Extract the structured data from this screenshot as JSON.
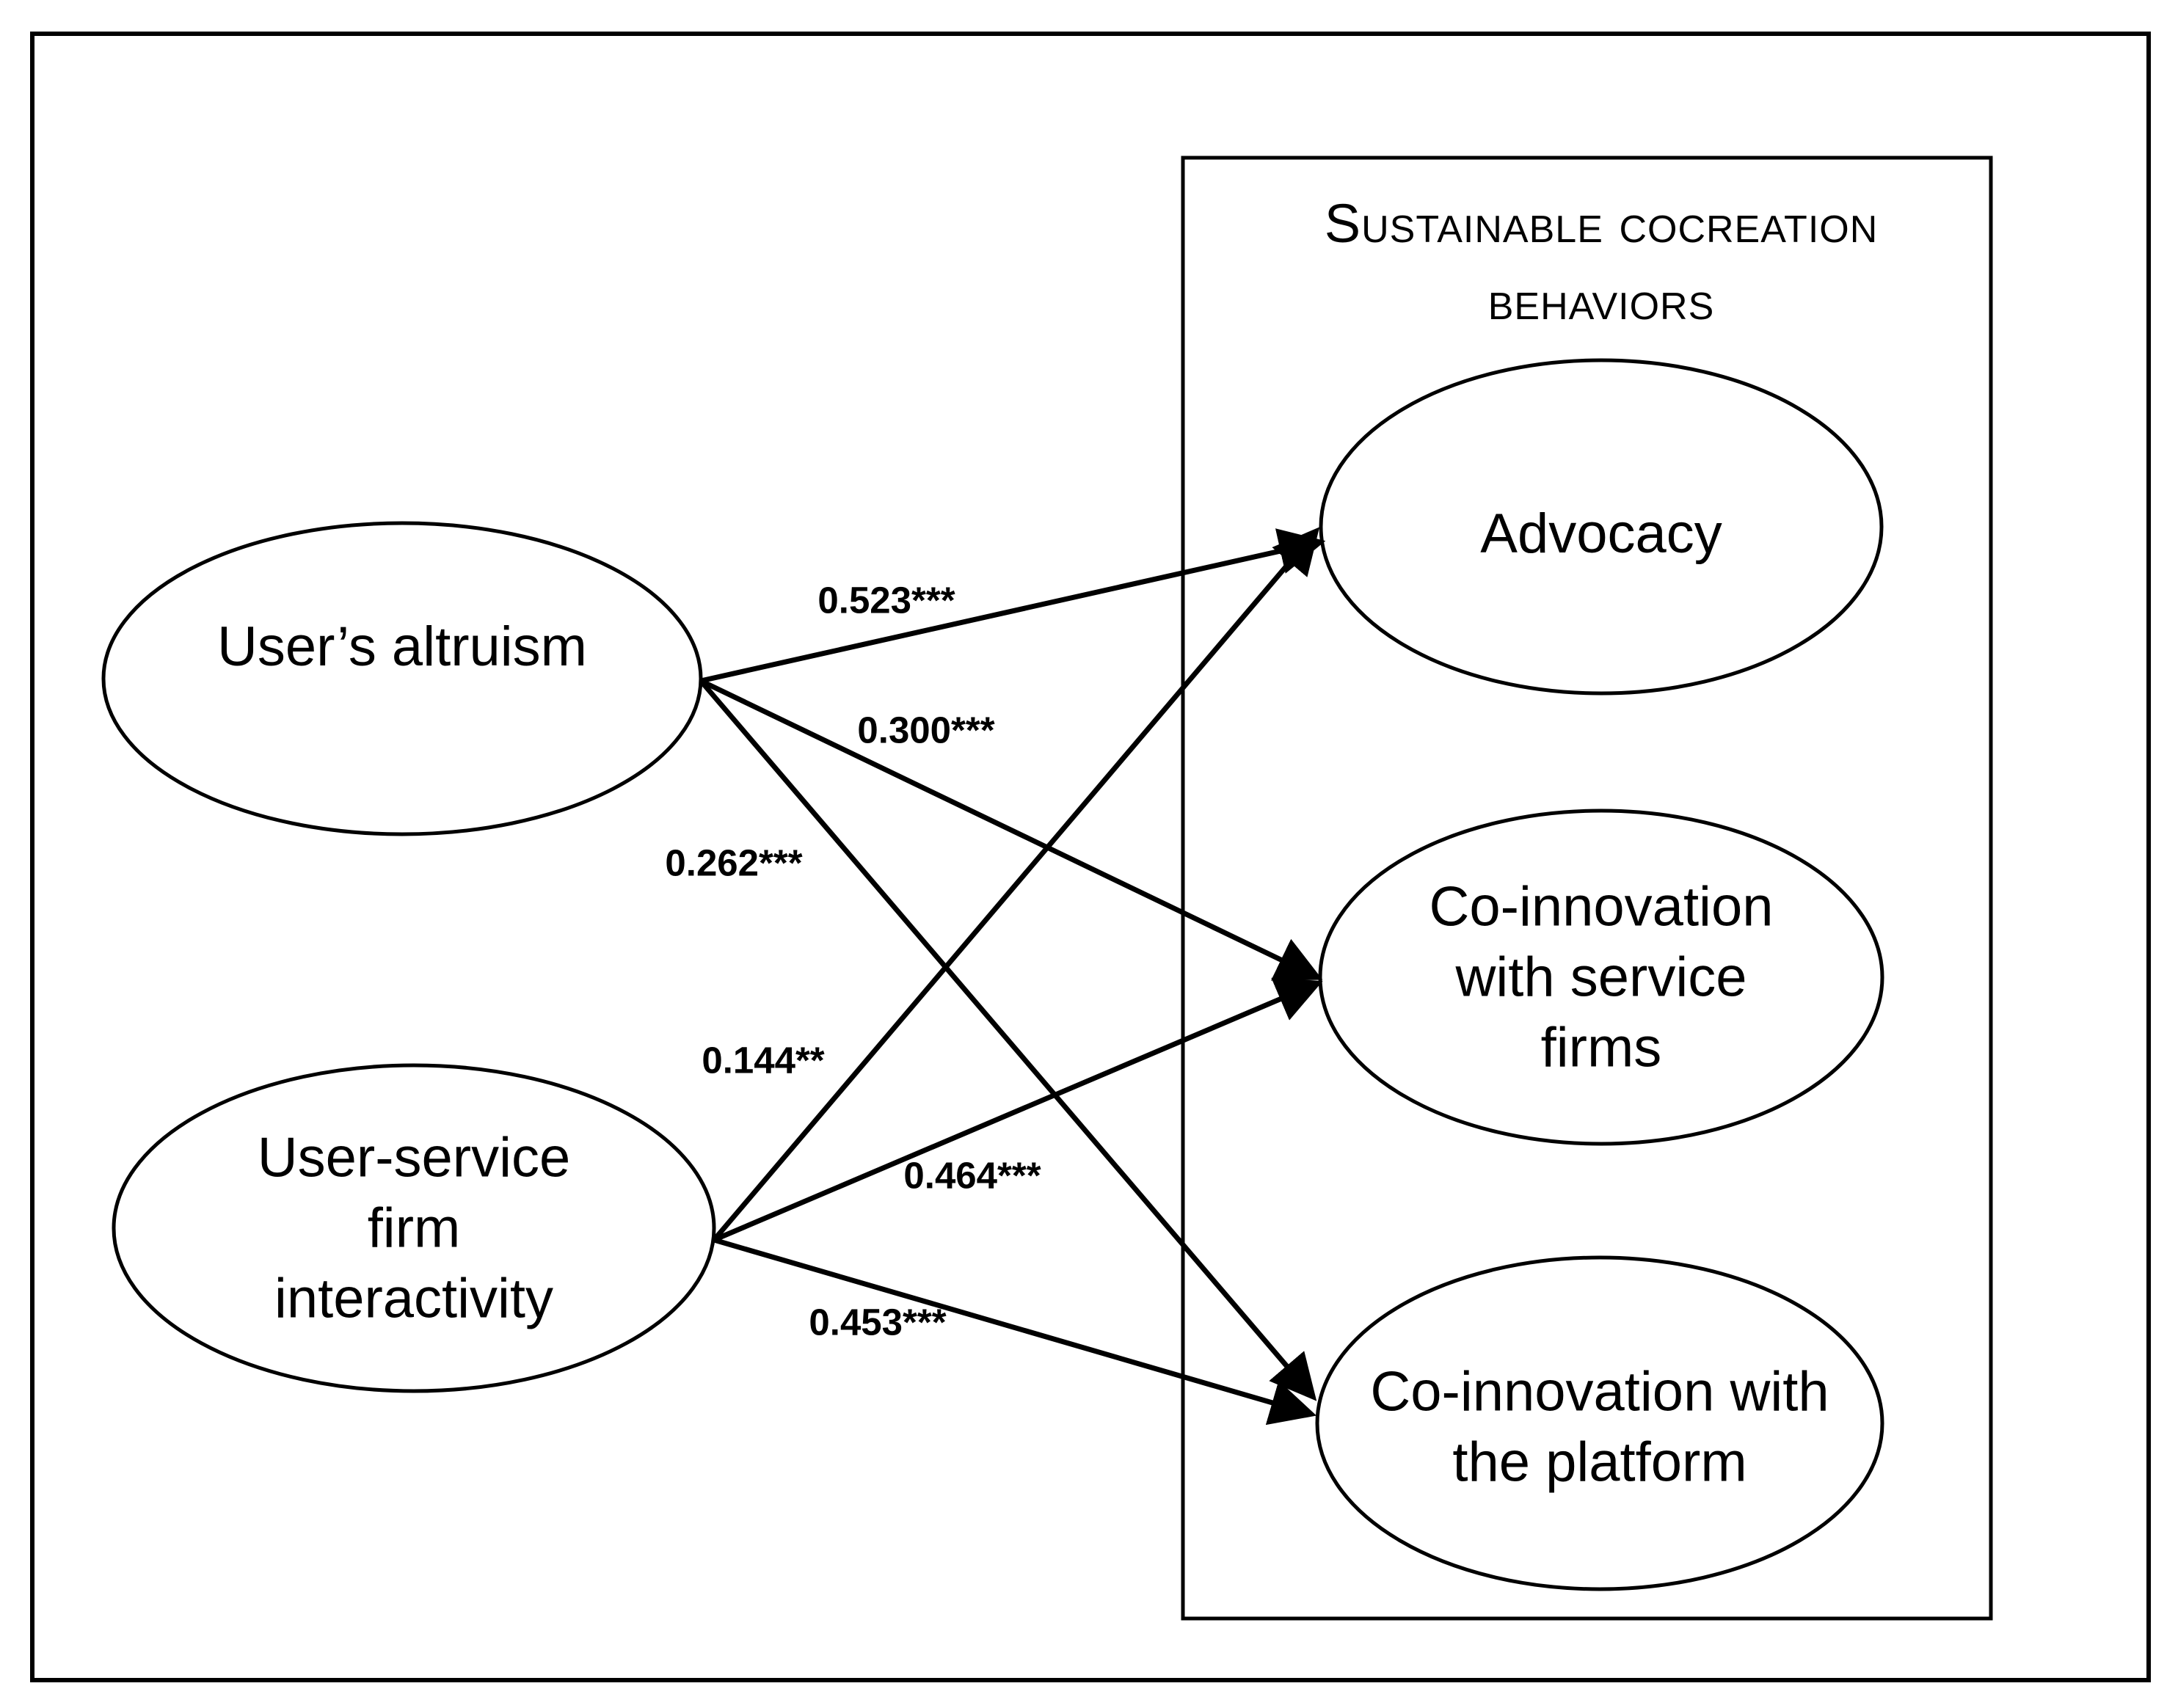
{
  "figure": {
    "predictors": [
      {
        "id": "altruism",
        "label": "User’s altruism"
      },
      {
        "id": "interactivity",
        "label": [
          "User-service",
          "firm",
          "interactivity"
        ]
      }
    ],
    "outcomes_box": {
      "title": [
        "Sustainable cocreation",
        "behaviors"
      ],
      "outcomes": [
        {
          "id": "advocacy",
          "label": "Advocacy"
        },
        {
          "id": "co_innovation_service_firms",
          "label": [
            "Co-innovation",
            "with service",
            "firms"
          ]
        },
        {
          "id": "co_innovation_platform",
          "label": [
            "Co-innovation with",
            "the platform"
          ]
        }
      ]
    },
    "paths": [
      {
        "from": "User’s altruism",
        "to": "Advocacy",
        "coefficient": "0.523***"
      },
      {
        "from": "User’s altruism",
        "to": "Co-innovation with service firms",
        "coefficient": "0.300***"
      },
      {
        "from": "User’s altruism",
        "to": "Co-innovation with the platform",
        "coefficient": "0.262***"
      },
      {
        "from": "User-service firm interactivity",
        "to": "Advocacy",
        "coefficient": "0.144**"
      },
      {
        "from": "User-service firm interactivity",
        "to": "Co-innovation with service firms",
        "coefficient": "0.464***"
      },
      {
        "from": "User-service firm interactivity",
        "to": "Co-innovation with the platform",
        "coefficient": "0.453***"
      }
    ],
    "colors": {
      "ink": "#000000",
      "background": "#ffffff"
    }
  }
}
